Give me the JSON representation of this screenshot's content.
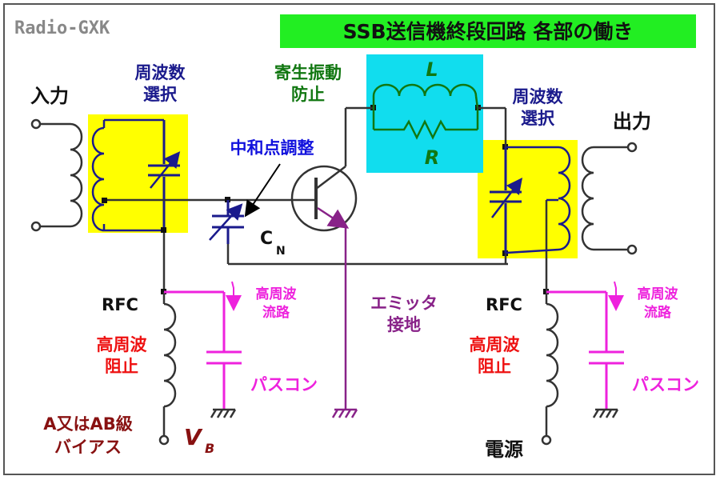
{
  "header": {
    "brand": "Radio-GXK",
    "title": "SSB送信機終段回路 各部の働き"
  },
  "labels": {
    "input": "入力",
    "output": "出力",
    "freq_sel_left": [
      "周波数",
      "選択"
    ],
    "freq_sel_right": [
      "周波数",
      "選択"
    ],
    "parasitic": [
      "寄生振動",
      "防止"
    ],
    "neutral_adjust": "中和点調整",
    "cn_main": "C",
    "cn_sub": "N",
    "coil_l": "L",
    "res_r": "R",
    "rfc_left": "RFC",
    "rfc_right": "RFC",
    "rf_block_left": [
      "高周波",
      "阻止"
    ],
    "rf_block_right": [
      "高周波",
      "阻止"
    ],
    "rf_path_left": [
      "高周波",
      "流路"
    ],
    "rf_path_right": [
      "高周波",
      "流路"
    ],
    "bypass_left": "パスコン",
    "bypass_right": "パスコン",
    "emitter": [
      "エミッタ",
      "接地"
    ],
    "bias": [
      "A又はAB級",
      "バイアス"
    ],
    "vb_main": "V",
    "vb_sub": "B",
    "power": "電源"
  },
  "colors": {
    "title_bg": "#22ee22",
    "yellow_box": "#ffff00",
    "cyan_box": "#11ddee",
    "navy_text": "#1a1a8c",
    "blue_text": "#1111dd",
    "green_text": "#117711",
    "red_text": "#ee1111",
    "magenta": "#ee22dd",
    "purple": "#882288",
    "darkred": "#881111",
    "brand_gray": "#888888"
  }
}
